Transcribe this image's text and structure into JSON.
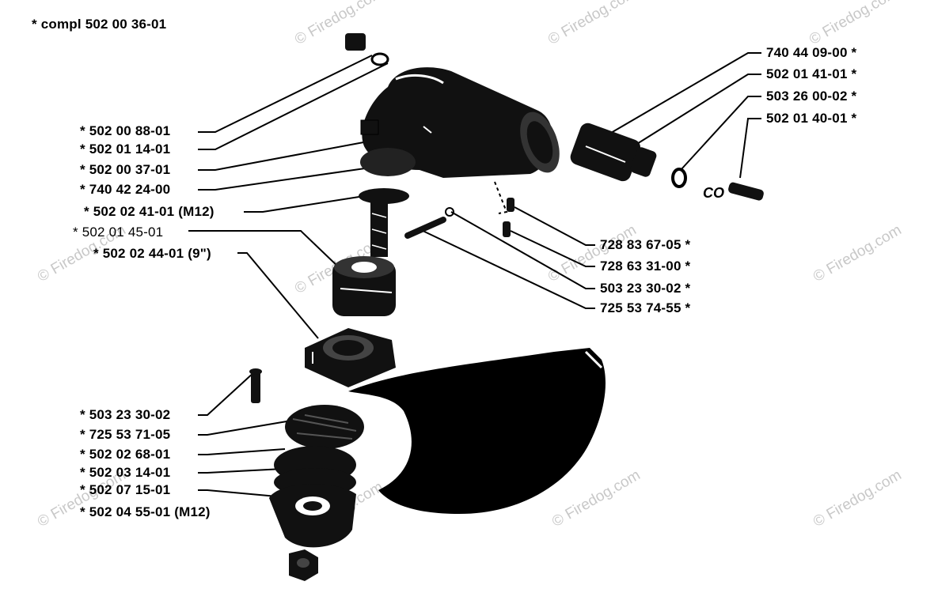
{
  "header": {
    "note": "* compl 502 00 36-01"
  },
  "left_labels": [
    "*  502 00 88-01",
    "*  502 01 14-01",
    "*  502 00 37-01",
    "*  740 42 24-00",
    "*  502 02 41-01 (M12)",
    "*  502 01 45-01",
    "*  502 02 44-01 (9\")",
    "*  503 23 30-02",
    "*  725 53 71-05",
    "*  502 02 68-01",
    "*  502 03 14-01",
    "*  502 07 15-01",
    "*  502 04 55-01 (M12)"
  ],
  "right_labels": [
    "740 44 09-00  *",
    "502 01 41-01  *",
    "503 26 00-02  *",
    "502 01 40-01  *",
    "728 83 67-05  *",
    "728 63 31-00  *",
    "503 23 30-02  *",
    "725 53 74-55  *"
  ],
  "watermark": "© Firedog.com",
  "colors": {
    "ink": "#000000",
    "watermark": "#c8c8c8",
    "background": "#ffffff"
  }
}
